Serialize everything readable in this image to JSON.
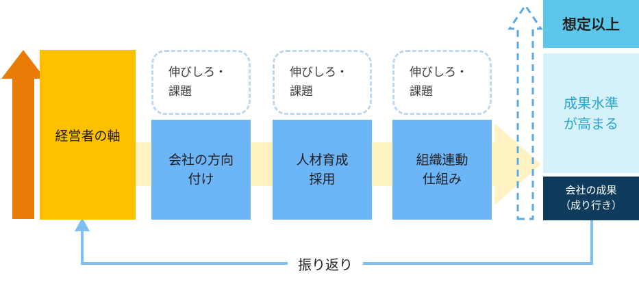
{
  "axis": {
    "label": "経営者の軸"
  },
  "notes": [
    {
      "label": "伸びしろ・\n課題"
    },
    {
      "label": "伸びしろ・\n課題"
    },
    {
      "label": "伸びしろ・\n課題"
    }
  ],
  "steps": [
    {
      "label": "会社の方向\n付け"
    },
    {
      "label": "人材育成\n採用"
    },
    {
      "label": "組織連動\n仕組み"
    }
  ],
  "result": {
    "top_label": "想定以上",
    "mid_label": "成果水準\nが高まる",
    "bottom_label": "会社の成果\n（成り行き）"
  },
  "feedback": {
    "label": "振り返り"
  },
  "colors": {
    "axis_fill": "#FFC000",
    "left_arrow": "#E87B06",
    "flow_band": "#FFF2C3",
    "step_fill": "#6CB5F7",
    "note_border": "#BDD7EE",
    "dashed_arrow": "#5AA9E6",
    "feedback_line": "#7FBEF0",
    "result_top": "#5DC7EB",
    "result_mid": "#D5F1FA",
    "result_bottom": "#0F3B5C"
  }
}
